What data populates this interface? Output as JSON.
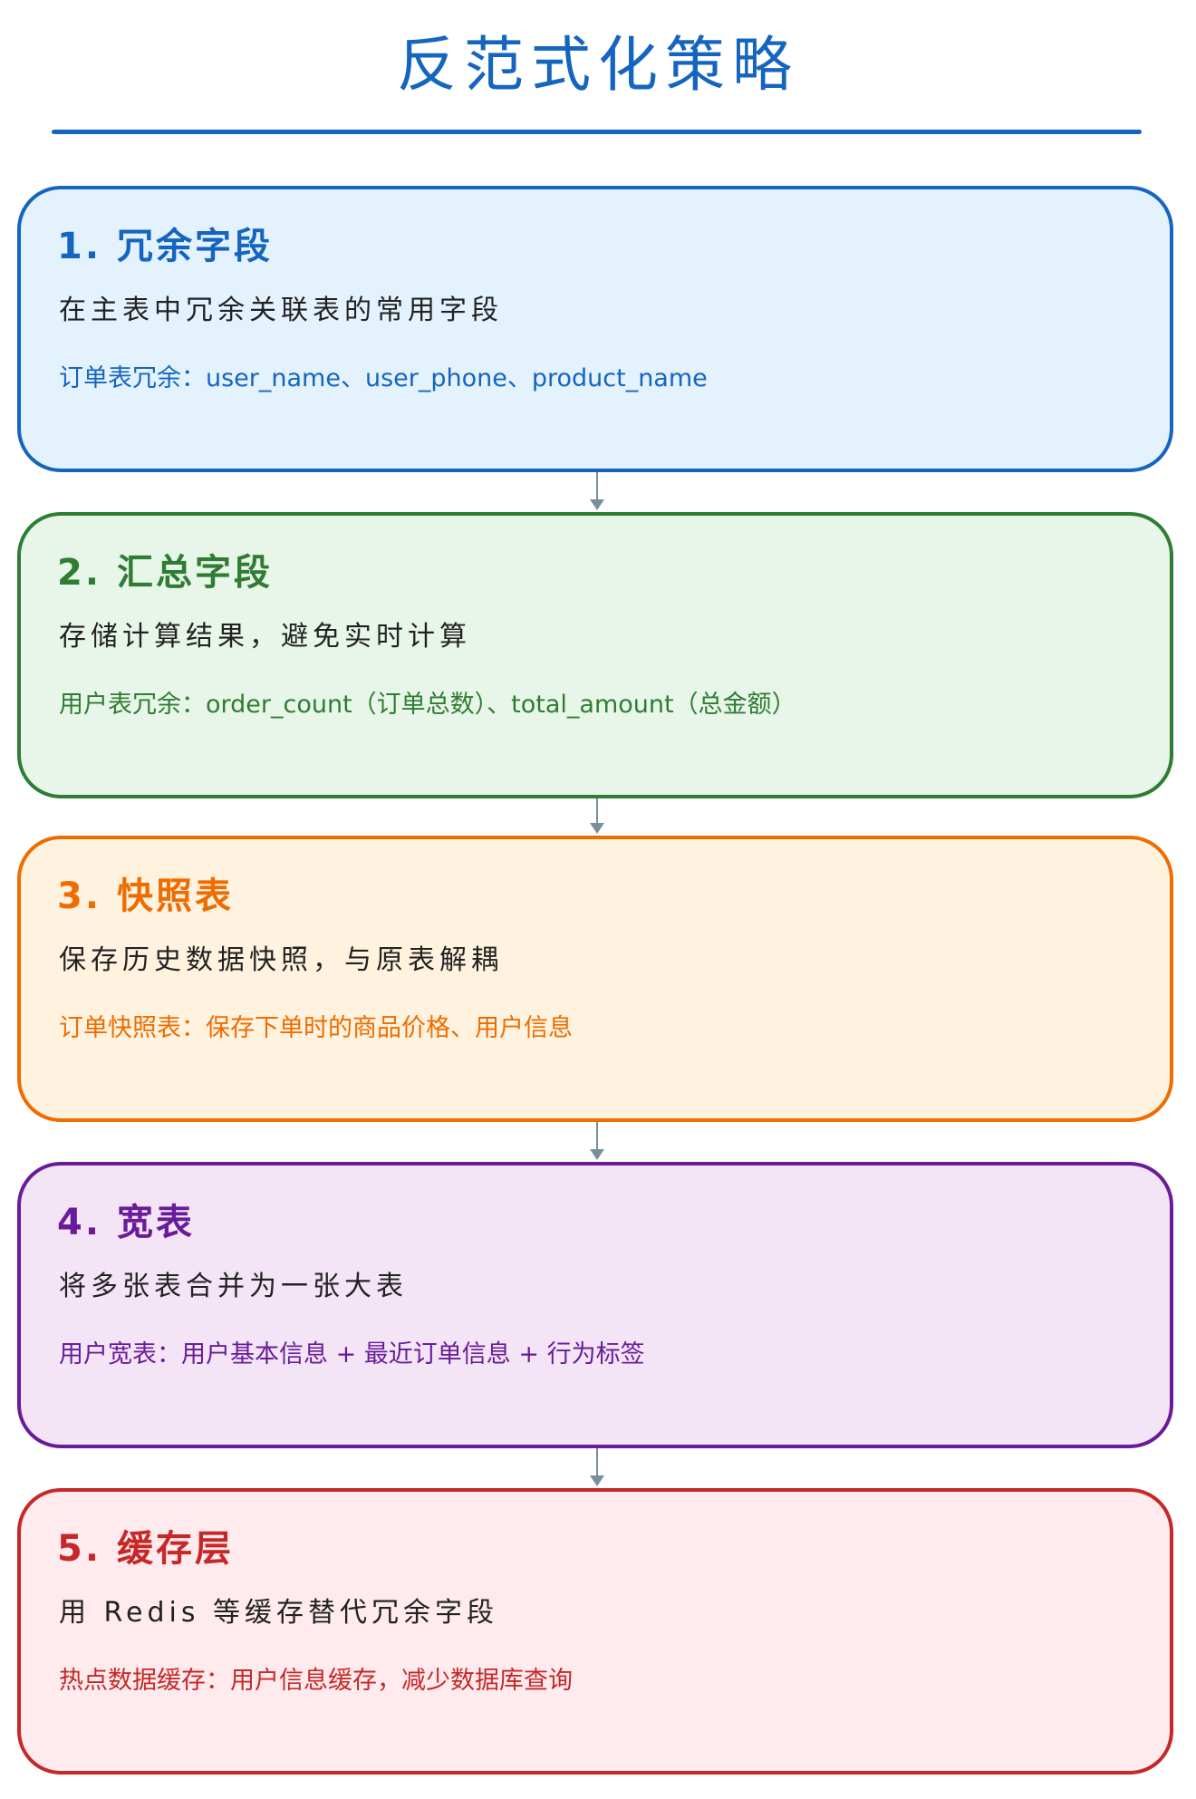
{
  "title": "反范式化策略",
  "cards": [
    {
      "heading": "1. 冗余字段",
      "desc": "在主表中冗余关联表的常用字段",
      "example": "订单表冗余：user_name、user_phone、product_name",
      "color": "#1565c0",
      "bg": "#e3f2fd"
    },
    {
      "heading": "2. 汇总字段",
      "desc": "存储计算结果，避免实时计算",
      "example": "用户表冗余：order_count（订单总数）、total_amount（总金额）",
      "color": "#2e7d32",
      "bg": "#e8f5e9"
    },
    {
      "heading": "3. 快照表",
      "desc": "保存历史数据快照，与原表解耦",
      "example": "订单快照表：保存下单时的商品价格、用户信息",
      "color": "#ef6c00",
      "bg": "#fff3e0"
    },
    {
      "heading": "4. 宽表",
      "desc": "将多张表合并为一张大表",
      "example": "用户宽表：用户基本信息 + 最近订单信息 + 行为标签",
      "color": "#6a1b9a",
      "bg": "#f3e5f5"
    },
    {
      "heading": "5. 缓存层",
      "desc": "用 Redis 等缓存替代冗余字段",
      "example": "热点数据缓存：用户信息缓存，减少数据库查询",
      "color": "#c62828",
      "bg": "#ffebee"
    }
  ]
}
